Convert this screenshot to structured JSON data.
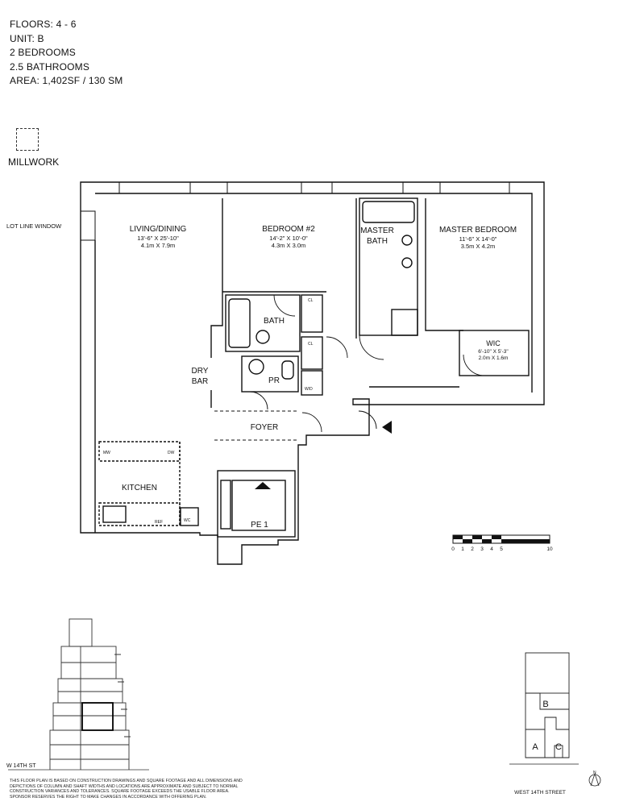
{
  "unit_info": {
    "floors": "FLOORS: 4 - 6",
    "unit": "UNIT: B",
    "bedrooms": "2 BEDROOMS",
    "bathrooms": "2.5 BATHROOMS",
    "area": "AREA: 1,402SF / 130 SM"
  },
  "legend": {
    "millwork_label": "MILLWORK"
  },
  "rooms": {
    "living_name": "LIVING/DINING",
    "living_dim_imperial": "13'-6\" X 25'-10\"",
    "living_dim_metric": "4.1m X 7.9m",
    "bed2_name": "BEDROOM #2",
    "bed2_dim_imperial": "14'-2\" X 10'-0\"",
    "bed2_dim_metric": "4.3m X 3.0m",
    "master_bath_line1": "MASTER",
    "master_bath_line2": "BATH",
    "master_name": "MASTER BEDROOM",
    "master_dim_imperial": "11'-6\" X 14'-0\"",
    "master_dim_metric": "3.5m X 4.2m",
    "wic_name": "WIC",
    "wic_dim_imperial": "6'-10\" X 5'-3\"",
    "wic_dim_metric": "2.0m X 1.6m",
    "bath_name": "BATH",
    "pr_name": "PR",
    "dry_bar_line1": "DRY",
    "dry_bar_line2": "BAR",
    "foyer_name": "FOYER",
    "kitchen_name": "KITCHEN",
    "pe_name": "PE 1",
    "cl_1": "CL",
    "cl_2": "CL",
    "wd": "W/D",
    "mw": "MW",
    "dw": "DW",
    "ref": "REF",
    "wc": "WC",
    "lot_line_window": "LOT LINE WINDOW"
  },
  "scale_bar": {
    "ticks": [
      "0",
      "1",
      "2",
      "3",
      "4",
      "5",
      "10"
    ]
  },
  "elevation": {
    "street_label": "W 14TH ST"
  },
  "key_plan": {
    "unit_b": "B",
    "unit_a": "A",
    "unit_c": "C",
    "street_label": "WEST 14TH STREET",
    "north": "N"
  },
  "disclaimer": "This floor plan is based on construction drawings and square footage and all dimensions and depictions of column and shaft widths and locations are approximate and subject to normal construction variances and tolerances. Square footage exceeds the usable floor area. Sponsor reserves the right to make changes in accordance with offering plan."
}
